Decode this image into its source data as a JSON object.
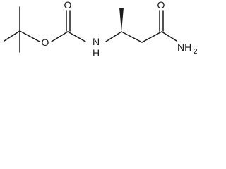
{
  "molecule": {
    "atoms": {
      "ester_oxygen": "O",
      "carbonyl_oxygen_carbamate": "O",
      "nitrogen_carbamate": "N",
      "nitrogen_carbamate_h": "H",
      "carbonyl_oxygen_amide": "O",
      "amide_nitrogen": "NH",
      "amide_nitrogen_subscript": "2"
    },
    "colors": {
      "bond": "#1a1a1a",
      "background": "#ffffff"
    }
  }
}
